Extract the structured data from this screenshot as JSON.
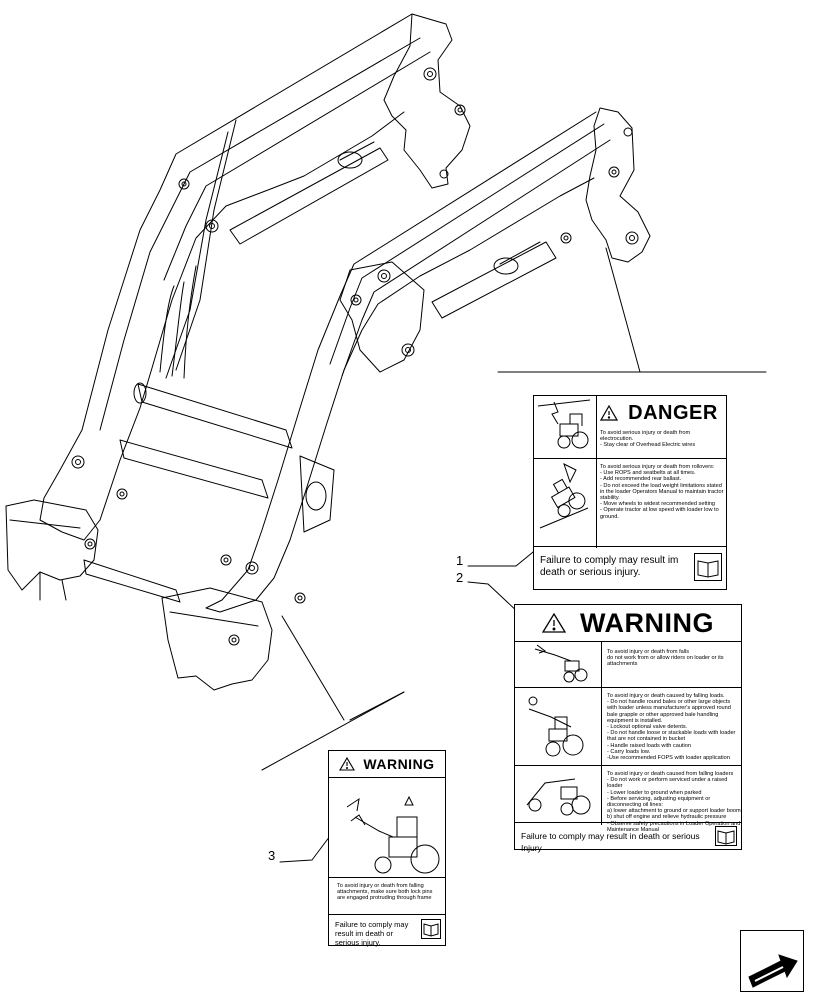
{
  "callouts": [
    {
      "number": "1"
    },
    {
      "number": "2"
    },
    {
      "number": "3"
    }
  ],
  "decal_danger": {
    "header": "DANGER",
    "sections": [
      {
        "icon": "power-line-tractor-icon",
        "text": "To avoid serious injury or death from electrocution.\n- Stay clear of Overhead Electric wires"
      },
      {
        "icon": "rollover-tractor-icon",
        "text": "To avoid serious injury or death from rollovers:\n- Use ROPS and seatbelts at all times.\n- Add recommended rear ballast.\n- Do not exceed the load weight limitations stated in the loader Operators Manual to maintain tractor stability.\n- Move wheels to widest recommended setting\n- Operate tractor at low speed with loader low to ground."
      }
    ],
    "footer": "Failure to comply may result im death or serious injury."
  },
  "decal_warning_large": {
    "header": "WARNING",
    "sections": [
      {
        "icon": "rider-falling-from-loader-icon",
        "text": "To avoid injury or death from falls\ndo not work from or allow riders on loader or its attachments"
      },
      {
        "icon": "falling-bale-icon",
        "text": "To avoid injury or death caused by falling loads.\n- Do not handle round bales or other large objects with loader unless manufacturer's approved round bale grapple or other approved bale handling equipment is installed.\n- Lockout optional valve detents.\n- Do not handle loose or stackable loads with loader that are not contained in bucket\n- Handle raised loads with caution\n- Carry loads low.\n-Use recommended FOPS with loader application"
      },
      {
        "icon": "falling-loader-icon",
        "text": "To avoid injury or death caused from falling loaders\n- Do not work or perform serviced under a raised loader\n- Lower loader to ground when parked\n- Before servicing, adjusting equipment or disconnecting oil lines:\n   a) lower attachment to ground or support loader boom\n   b) shut off engine and relieve hydraulic pressure\n- Observe safety precautions in Loader Operation and Maintenance Manual"
      }
    ],
    "footer": "Failure to comply may result in death or serious Injury"
  },
  "decal_warning_small": {
    "header": "WARNING",
    "icon": "falling-attachment-icon",
    "text": "To avoid injury or death from falling attachments, make sure both lock pins are engaged protruding through frame",
    "footer": "Failure to comply may result im death or serious injury."
  },
  "nav_icon": "next-page-arrow-icon"
}
